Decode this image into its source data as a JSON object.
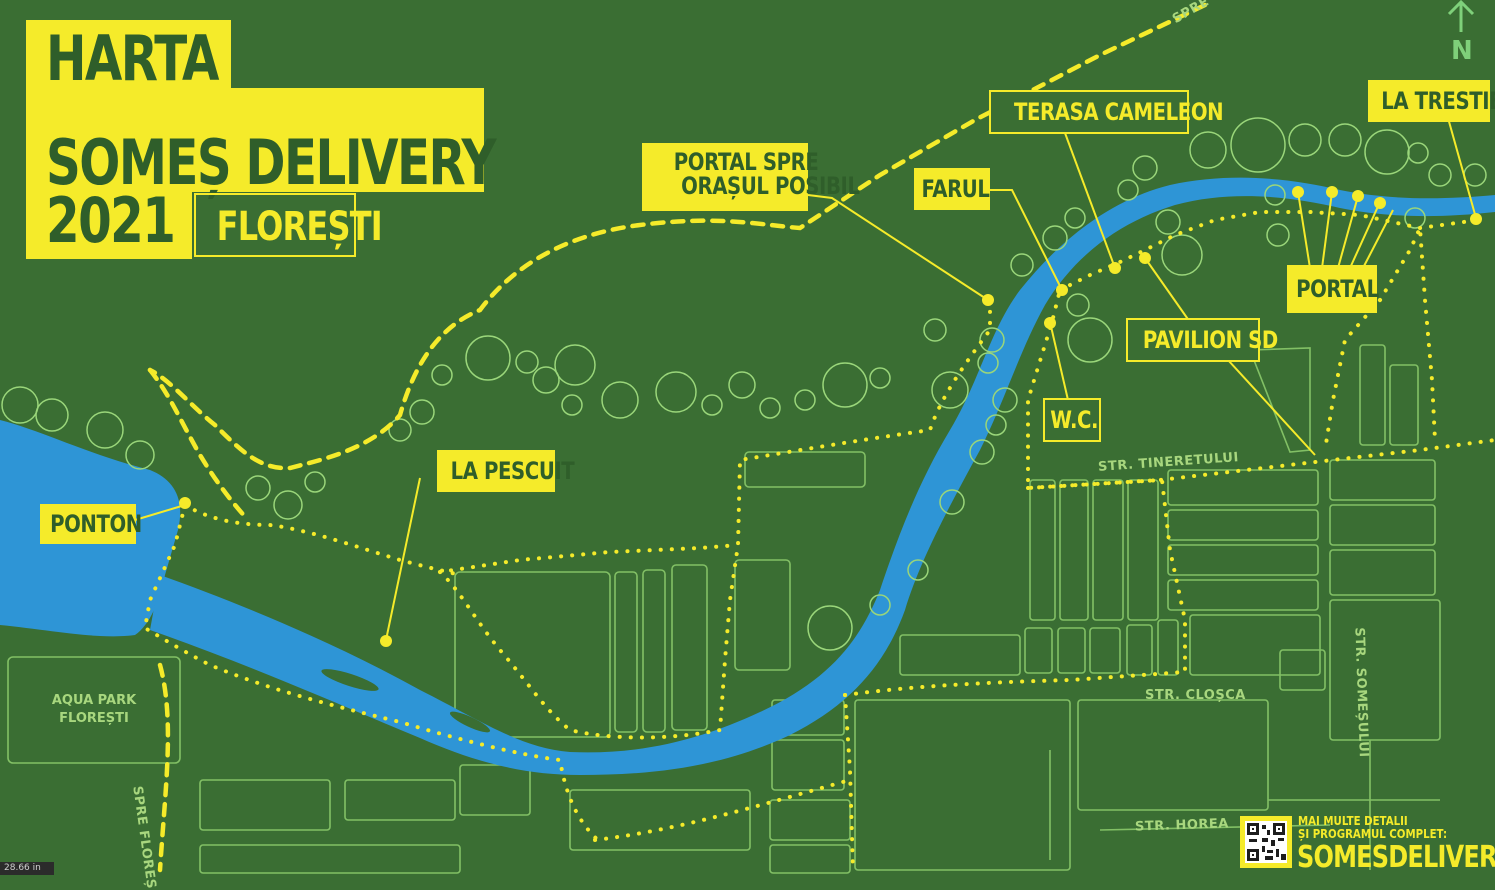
{
  "title": {
    "line1": "HARTA",
    "line2": "SOMEȘ DELIVERY",
    "line3": "2021",
    "subtitle": "FLOREȘTI"
  },
  "labels": {
    "ponton": "PONTON",
    "la_pescuit": "LA PESCUIT",
    "portal_line1": "PORTAL SPRE",
    "portal_line2": "ORAȘUL POSIBIL",
    "farul": "FARUL",
    "terasa": "TERASA CAMELEON",
    "la_trestie": "LA TRESTIE",
    "portal": "PORTAL",
    "pavilion": "PAVILION SD",
    "wc": "W.C."
  },
  "streets": {
    "spre_cluj": "SPRE CLUJ",
    "tineretului": "STR. TINERETULUI",
    "closca": "STR. CLOȘCA",
    "horea": "STR. HOREA",
    "somesului": "STR. SOMEȘULUI",
    "spre_floresti": "SPRE FLOREȘ"
  },
  "aqua_park": {
    "line1": "AQUA PARK",
    "line2": "FLOREȘTI"
  },
  "north": "N",
  "footer": {
    "more_line1": "MAI MULTE DETALII",
    "more_line2": "ȘI PROGRAMUL COMPLET:",
    "website": "SOMESDELIVERY.RO"
  },
  "scale_readout": "28.66 in",
  "colors": {
    "background": "#3a6e33",
    "river": "#2e95d6",
    "accent": "#f5eb2a",
    "street_lines": "#8fcf6e"
  }
}
